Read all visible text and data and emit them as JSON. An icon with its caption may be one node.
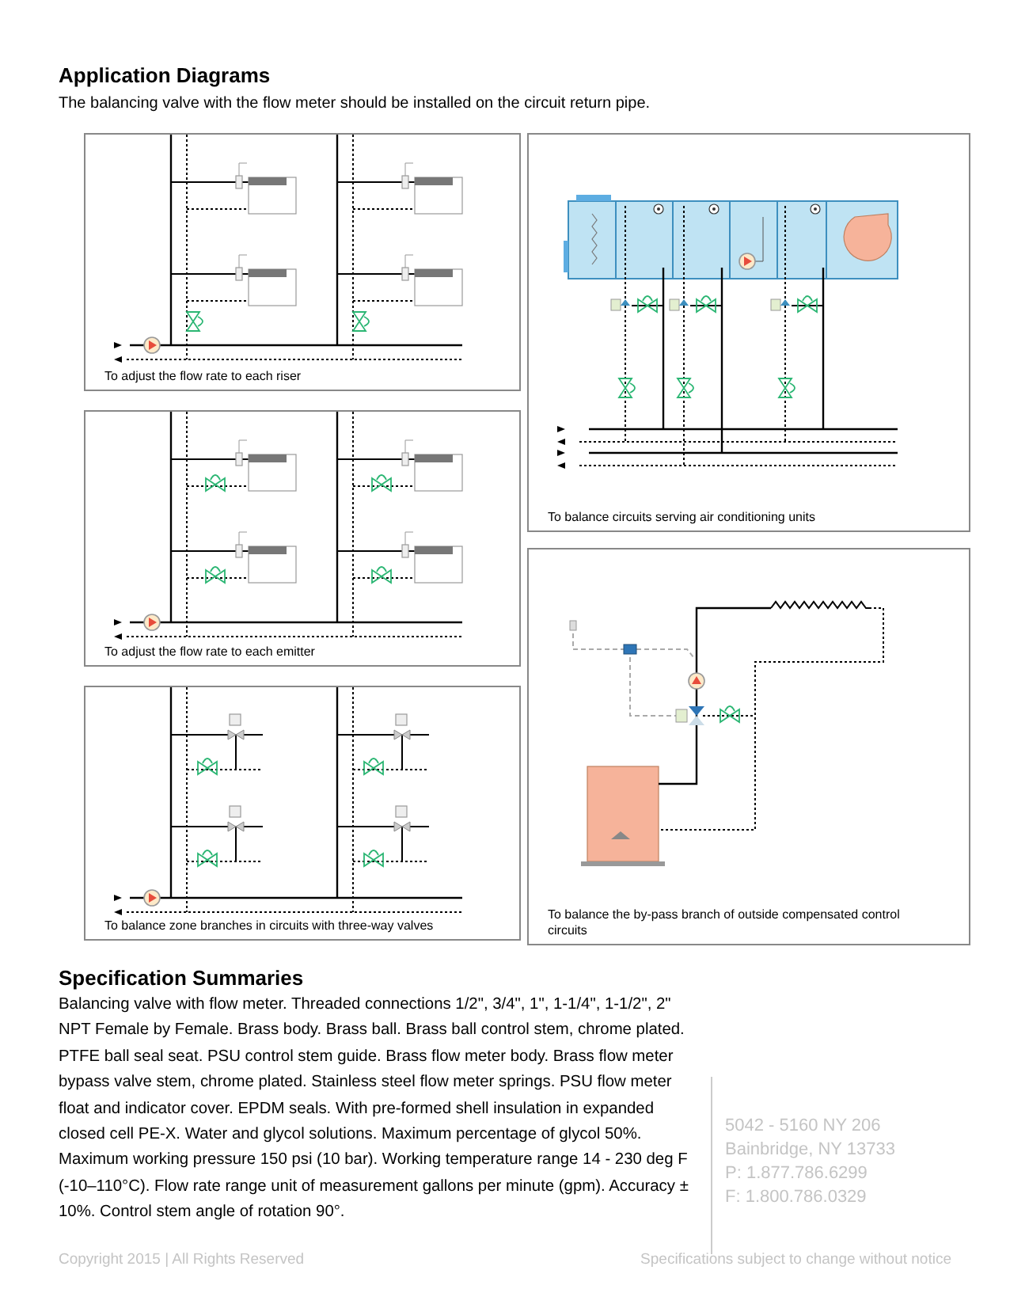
{
  "diagram": {
    "title": "Application Diagrams",
    "nodes": [
      {
        "text": [
          "To adjust the flow rate to each riser"
        ]
      },
      {
        "text": [
          "To adjust the flow rate to each emitter"
        ]
      },
      {
        "text": [
          "To balance zone branches in circuits with three-way valves"
        ]
      },
      {
        "text": [
          "To balance circuits serving air conditioning units"
        ]
      },
      {
        "text": [
          "To balance the by-pass branch of outside compensated control circuits"
        ]
      }
    ],
    "labels": [
      "The balancing valve with the flow meter should be installed on the circuit return pipe.",
      "Specification Summaries",
      "Balancing valve with flow meter. Threaded connections 1/2\", 3/4\", 1\", 1-1/4\", 1-1/2\", 2\" NPT Female by Female. Brass body. Brass ball. Brass ball control stem, chrome plated. PTFE ball seal seat. PSU control stem guide. Brass flow meter body. Brass flow meter bypass valve stem, chrome plated. Stainless steel flow meter springs. PSU flow meter float and indicator cover. EPDM seals. With pre-formed shell insulation in expanded closed cell PE-X. Water and glycol solutions. Maximum percentage of glycol 50%. Maximum working pressure 150 psi (10 bar). Working temperature range 14 - 230 deg F (-10–110°C). Flow rate range unit of measurement gallons per minute (gpm). Accuracy ± 10%. Control stem angle of rotation 90°.",
      "5042 - 5160 NY 206",
      "Bainbridge, NY 13733",
      "P: 1.877.786.6299",
      "F: 1.800.786.0329",
      "Copyright 2015 | All Rights Reserved",
      "Specifications subject to change without notice"
    ]
  }
}
